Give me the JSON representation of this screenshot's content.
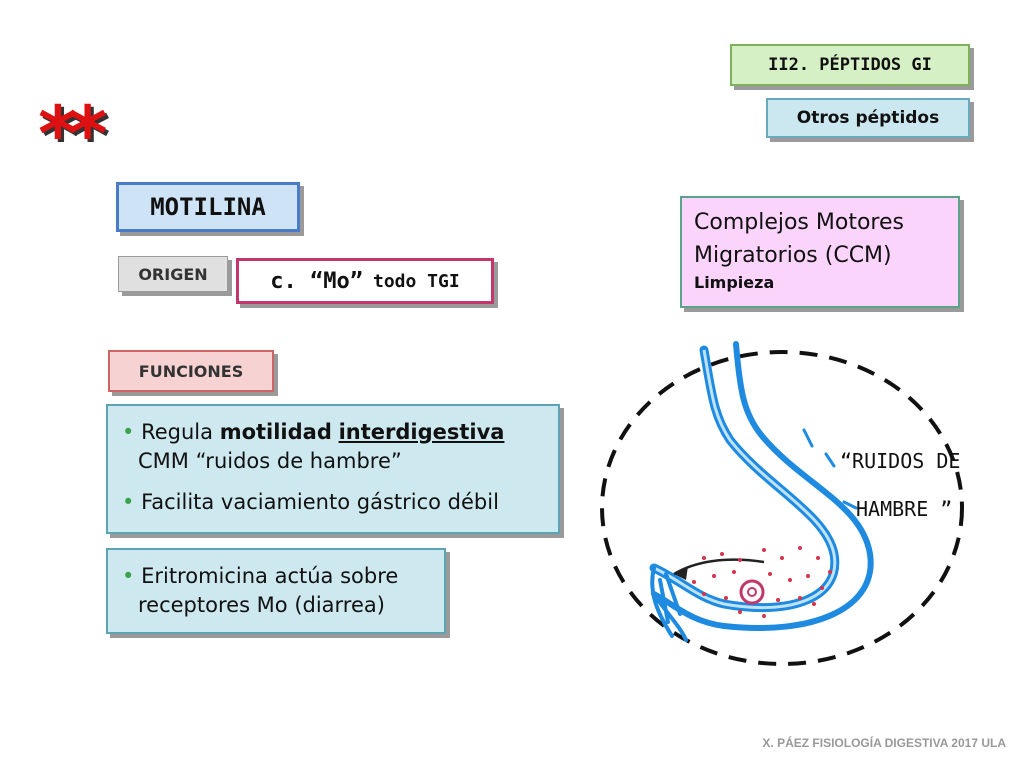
{
  "header": {
    "section_tag": "II2. PÉPTIDOS GI",
    "subsection_tag": "Otros péptidos",
    "importance_marker": "**"
  },
  "title": "MOTILINA",
  "origin": {
    "label": "ORIGEN",
    "value_main": "c. “Mo”",
    "value_sub": "todo TGI"
  },
  "ccm": {
    "line1": "Complejos Motores",
    "line2": "Migratorios (CCM)",
    "subline": "Limpieza"
  },
  "functions": {
    "label": "FUNCIONES",
    "items": [
      {
        "prefix": "Regula",
        "bold": "motilidad",
        "underlined": "interdigestiva",
        "line2": "CMM “ruidos de hambre”"
      },
      {
        "text": "Facilita vaciamiento gástrico débil"
      }
    ]
  },
  "erythromycin": {
    "line1": "Eritromicina actúa sobre",
    "line2": "receptores Mo (diarrea)"
  },
  "illustration": {
    "annotation_line1": "“RUIDOS DE",
    "annotation_line2": "HAMBRE ”"
  },
  "footer": "X. PÁEZ   FISIOLOGÍA DIGESTIVA 2017   ULA",
  "colors": {
    "pink_border": "#c2386c",
    "blue_box": "#cde9ef",
    "title_border": "#4a7bc6",
    "stomach_blue": "#1e8ae0",
    "star_red": "#d11"
  }
}
